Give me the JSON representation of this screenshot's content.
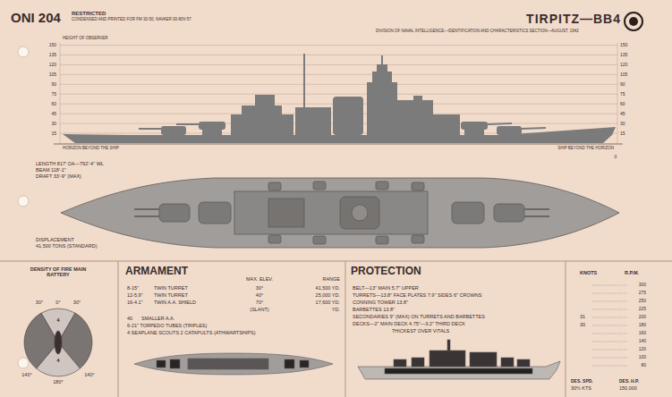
{
  "diagram": {
    "title": "TIRPITZ—BB4",
    "nodes": [
      {
        "text": [
          "DENSITY OF FIRE MAIN BATTERY"
        ]
      },
      {
        "text": [
          "ARMAMENT"
        ]
      },
      {
        "text": [
          "PROTECTION"
        ]
      },
      {
        "text": [
          "KNOTS",
          "R.P.M."
        ]
      }
    ],
    "labels": [
      "ONI 204",
      "RESTRICTED",
      "CONDENSED AND PRINTED FOR FM 30-50, NAVAER 00-80V-57",
      "DIVISION OF NAVAL INTELLIGENCE—IDENTIFICATION AND CHARACTERISTICS SECTION—AUGUST, 1942",
      "HEIGHT OF OBSERVER",
      "150",
      "135",
      "120",
      "105",
      "90",
      "75",
      "60",
      "45",
      "30",
      "15",
      "150",
      "135",
      "120",
      "105",
      "90",
      "75",
      "60",
      "45",
      "30",
      "15",
      "HORIZON BEYOND THE SHIP",
      "SHIP BEYOND THE HORIZON",
      "0",
      "LENGTH 817' OA—792'-4\" WL",
      "BEAM 118'-1\"",
      "DRAFT 33'-9\" (MAX)",
      "DISPLACEMENT",
      "41,500 TONS (STANDARD)",
      "30°",
      "0°",
      "30°",
      "140°",
      "180°",
      "140°",
      "4",
      "4",
      "MAX. ELEV.",
      "RANGE",
      "8-15\"",
      "TWIN TURRET",
      "30°",
      "41,500 YD.",
      "12-5.9\"",
      "TWIN TURRET",
      "40°",
      "25,000 YD.",
      "16-4.1\"",
      "TWIN A.A. SHIELD",
      "70°",
      "17,600 YD.",
      "(SLANT)",
      "YD.",
      "40",
      "SMALLER A.A.",
      "6-21\" TORPEDO TUBES (TRIPLES)",
      "4 SEAPLANE SCOUTS 2 CATAPULTS (ATHWARTSHIPS)",
      "BELT—13\" MAIN 5.7\" UPPER",
      "TURRETS—13.8\" FACE PLATES 7.9\" SIDES 6\" CROWNS",
      "CONNING TOWER 13.8\"",
      "BARBETTES 13.8\"",
      "SECONDARIES 9\" (MAX) ON TURRETS AND BARBETTES",
      "DECKS—2\" MAIN DECK 4.75\"—3.2\" THIRD DECK",
      "THICKEST OVER VITALS",
      "300",
      "275",
      "250",
      "225",
      "200",
      "180",
      "160",
      "140",
      "120",
      "100",
      "80",
      "31",
      "30",
      "DES. SPD.",
      "30½ KTS",
      "DES. H.P.",
      "150,000"
    ]
  }
}
